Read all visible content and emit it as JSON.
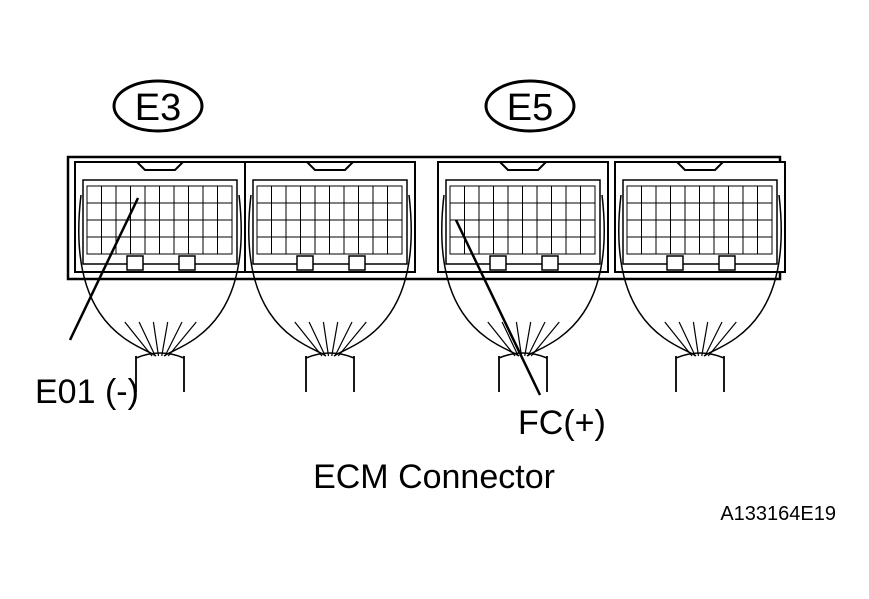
{
  "connectors": [
    {
      "id": "E3"
    },
    {
      "id": "E5"
    }
  ],
  "labels": {
    "e3": "E3",
    "e5": "E5",
    "e01": "E01 (-)",
    "fc": "FC(+)",
    "caption": "ECM Connector",
    "figure_id": "A133164E19"
  }
}
